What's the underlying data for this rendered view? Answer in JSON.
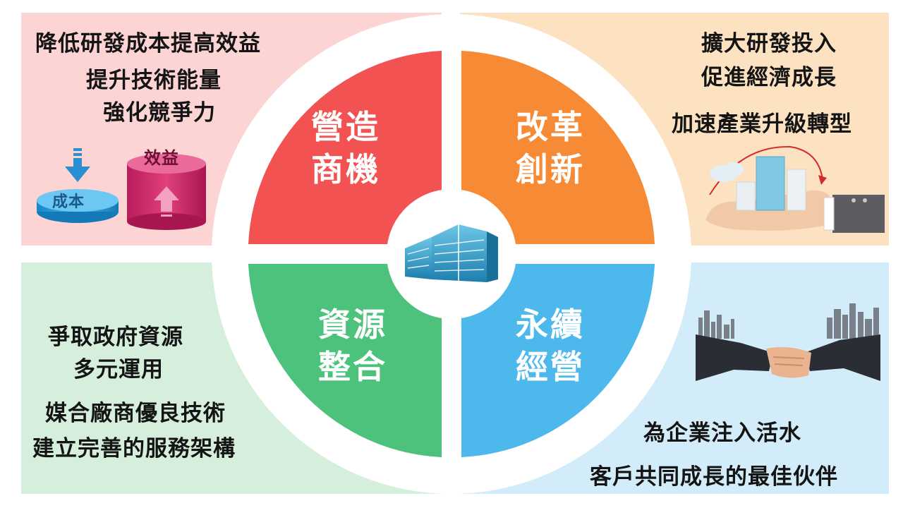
{
  "quadrants": {
    "top_left": {
      "label_line1": "營造",
      "label_line2": "商機",
      "color": "#f25252"
    },
    "top_right": {
      "label_line1": "改革",
      "label_line2": "創新",
      "color": "#f78a34"
    },
    "bottom_left": {
      "label_line1": "資源",
      "label_line2": "整合",
      "color": "#4cc27c"
    },
    "bottom_right": {
      "label_line1": "永續",
      "label_line2": "經營",
      "color": "#4cb8ec"
    }
  },
  "panels": {
    "top_left": {
      "lines": [
        "降低研發成本提高效益",
        "提升技術能量",
        "強化競爭力"
      ],
      "cost_label": "成本",
      "benefit_label": "效益",
      "bg": "#fcd4d4"
    },
    "top_right": {
      "lines": [
        "擴大研發投入",
        "促進經濟成長",
        "加速產業升級轉型"
      ],
      "bg": "#fde2c2"
    },
    "bottom_left": {
      "lines": [
        "爭取政府資源",
        "多元運用",
        "媒合廠商優良技術",
        "建立完善的服務架構"
      ],
      "bg": "#d6efdd"
    },
    "bottom_right": {
      "lines": [
        "為企業注入活水",
        "客戶共同成長的最佳伙伴"
      ],
      "bg": "#d3ecf9"
    }
  },
  "center": {
    "icon": "office-building-icon",
    "color": "#2a9fc7"
  },
  "icons": {
    "cost": "cost-down-disc-icon",
    "benefit": "benefit-up-drum-icon",
    "growth": "hand-holding-city-icon",
    "partner": "handshake-skyline-icon"
  }
}
